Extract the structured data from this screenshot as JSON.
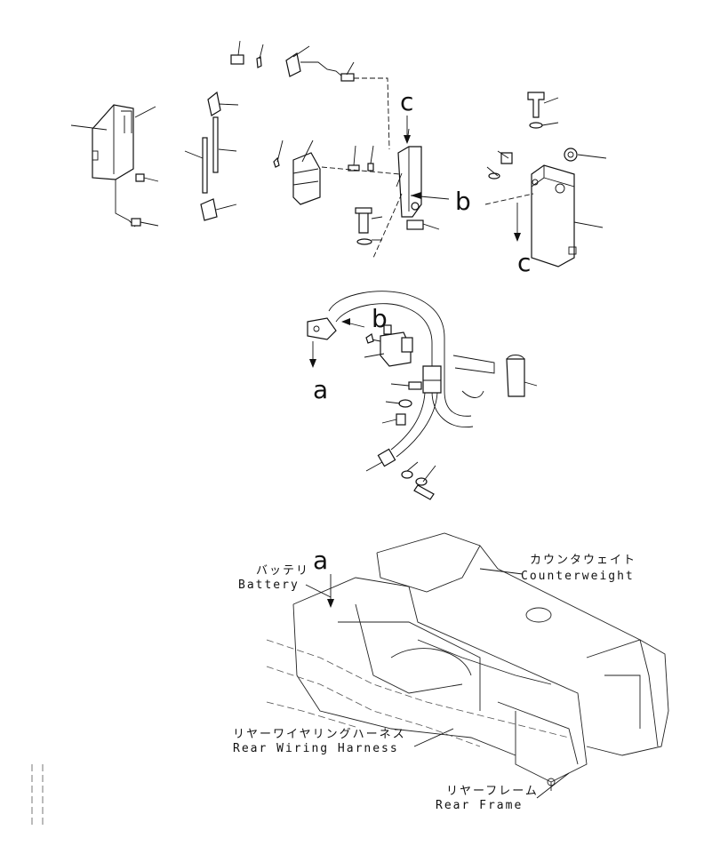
{
  "callouts": {
    "a_top": "a",
    "a_bottom": "a",
    "b_top": "b",
    "b_mid": "b",
    "c_top": "c",
    "c_bottom": "c"
  },
  "labels": {
    "battery_jp": "バッテリ",
    "battery_en": "Battery",
    "counterweight_jp": "カウンタウェイト",
    "counterweight_en": "Counterweight",
    "harness_jp": "リヤーワイヤリングハーネス",
    "harness_en": "Rear Wiring Harness",
    "frame_jp": "リヤーフレーム",
    "frame_en": "Rear Frame"
  }
}
